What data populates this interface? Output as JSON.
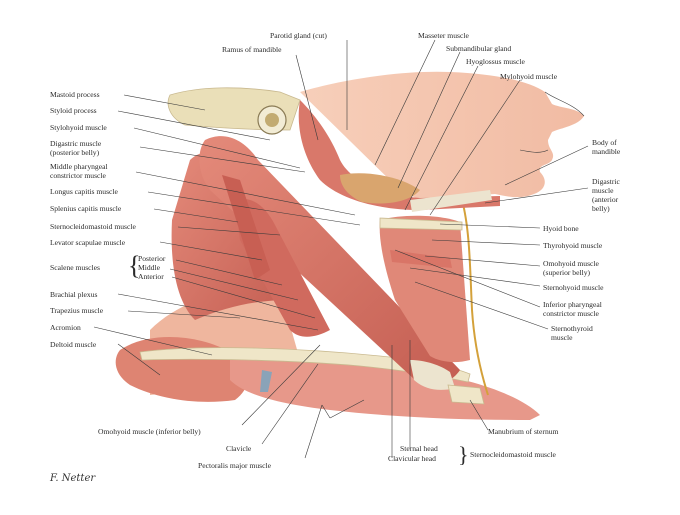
{
  "labels_top": {
    "parotid": "Parotid gland (cut)",
    "ramus": "Ramus of mandible",
    "masseter": "Masseter muscle",
    "submandibular": "Submandibular gland",
    "hyoglossus": "Hyoglossus muscle",
    "mylohyoid": "Mylohyoid muscle"
  },
  "labels_left": {
    "mastoid": "Mastoid process",
    "styloid": "Styloid process",
    "stylohyoid": "Stylohyoid muscle",
    "digastric_post_1": "Digastric muscle",
    "digastric_post_2": "(posterior belly)",
    "middle_phar_1": "Middle pharyngeal",
    "middle_phar_2": "constrictor muscle",
    "longus": "Longus capitis muscle",
    "splenius": "Splenius capitis muscle",
    "scm": "Sternocleidomastoid muscle",
    "levator": "Levator scapulae muscle",
    "scalene": "Scalene muscles",
    "posterior": "Posterior",
    "middle": "Middle",
    "anterior": "Anterior",
    "brachial": "Brachial plexus",
    "trapezius": "Trapezius muscle",
    "acromion": "Acromion",
    "deltoid": "Deltoid muscle"
  },
  "labels_right": {
    "body_mand_1": "Body of",
    "body_mand_2": "mandible",
    "digastric_ant_1": "Digastric",
    "digastric_ant_2": "muscle",
    "digastric_ant_3": "(anterior",
    "digastric_ant_4": "belly)",
    "hyoid": "Hyoid bone",
    "thyrohyoid": "Thyrohyoid muscle",
    "omohyoid_sup_1": "Omohyoid muscle",
    "omohyoid_sup_2": "(superior belly)",
    "sternohyoid": "Sternohyoid muscle",
    "inf_phar_1": "Inferior pharyngeal",
    "inf_phar_2": "constrictor muscle",
    "sternothyroid_1": "Sternothyroid",
    "sternothyroid_2": "muscle"
  },
  "labels_bottom": {
    "omohyoid_inf": "Omohyoid muscle (inferior belly)",
    "clavicle": "Clavicle",
    "pectoralis": "Pectoralis major muscle",
    "manubrium": "Manubrium of sternum",
    "sternal_head": "Sternal head",
    "clavicular_head": "Clavicular head",
    "scm_heads": "Sternocleidomastoid muscle"
  },
  "signature": "F. Netter",
  "colors": {
    "skin": "#f4c4ae",
    "muscle": "#d9786a",
    "muscle_dark": "#b24e44",
    "muscle_light": "#e99a88",
    "tendon": "#ece4cf",
    "bone": "#eadfb8",
    "gland": "#d9a56e"
  }
}
